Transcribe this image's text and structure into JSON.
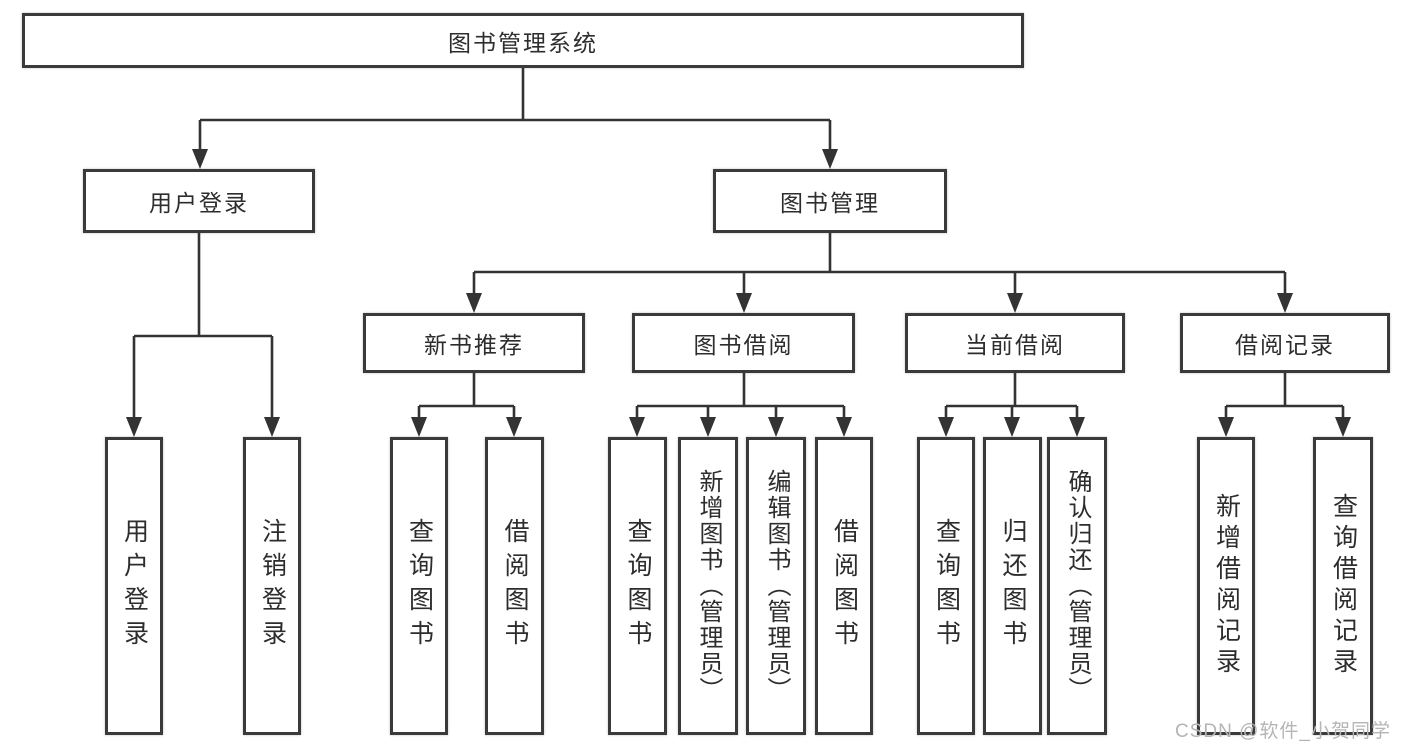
{
  "nodes": {
    "root": {
      "label": "图书管理系统"
    },
    "level2": [
      {
        "label": "用户登录"
      },
      {
        "label": "图书管理"
      }
    ],
    "level3": [
      {
        "label": "新书推荐"
      },
      {
        "label": "图书借阅"
      },
      {
        "label": "当前借阅"
      },
      {
        "label": "借阅记录"
      }
    ],
    "leaves": [
      {
        "label": "用户登录"
      },
      {
        "label": "注销登录"
      },
      {
        "label": "查询图书"
      },
      {
        "label": "借阅图书"
      },
      {
        "label": "查询图书"
      },
      {
        "label": "新增图书（管理员）"
      },
      {
        "label": "编辑图书（管理员）"
      },
      {
        "label": "借阅图书"
      },
      {
        "label": "查询图书"
      },
      {
        "label": "归还图书"
      },
      {
        "label": "确认归还（管理员）"
      },
      {
        "label": "新增借阅记录"
      },
      {
        "label": "查询借阅记录"
      }
    ]
  },
  "watermark": {
    "text": "CSDN @软件_小贺同学"
  },
  "colors": {
    "line": "#333333",
    "border": "#3a3a3a",
    "text": "#2d2d2d",
    "watermark": "#b5b5b5",
    "background": "#ffffff"
  }
}
